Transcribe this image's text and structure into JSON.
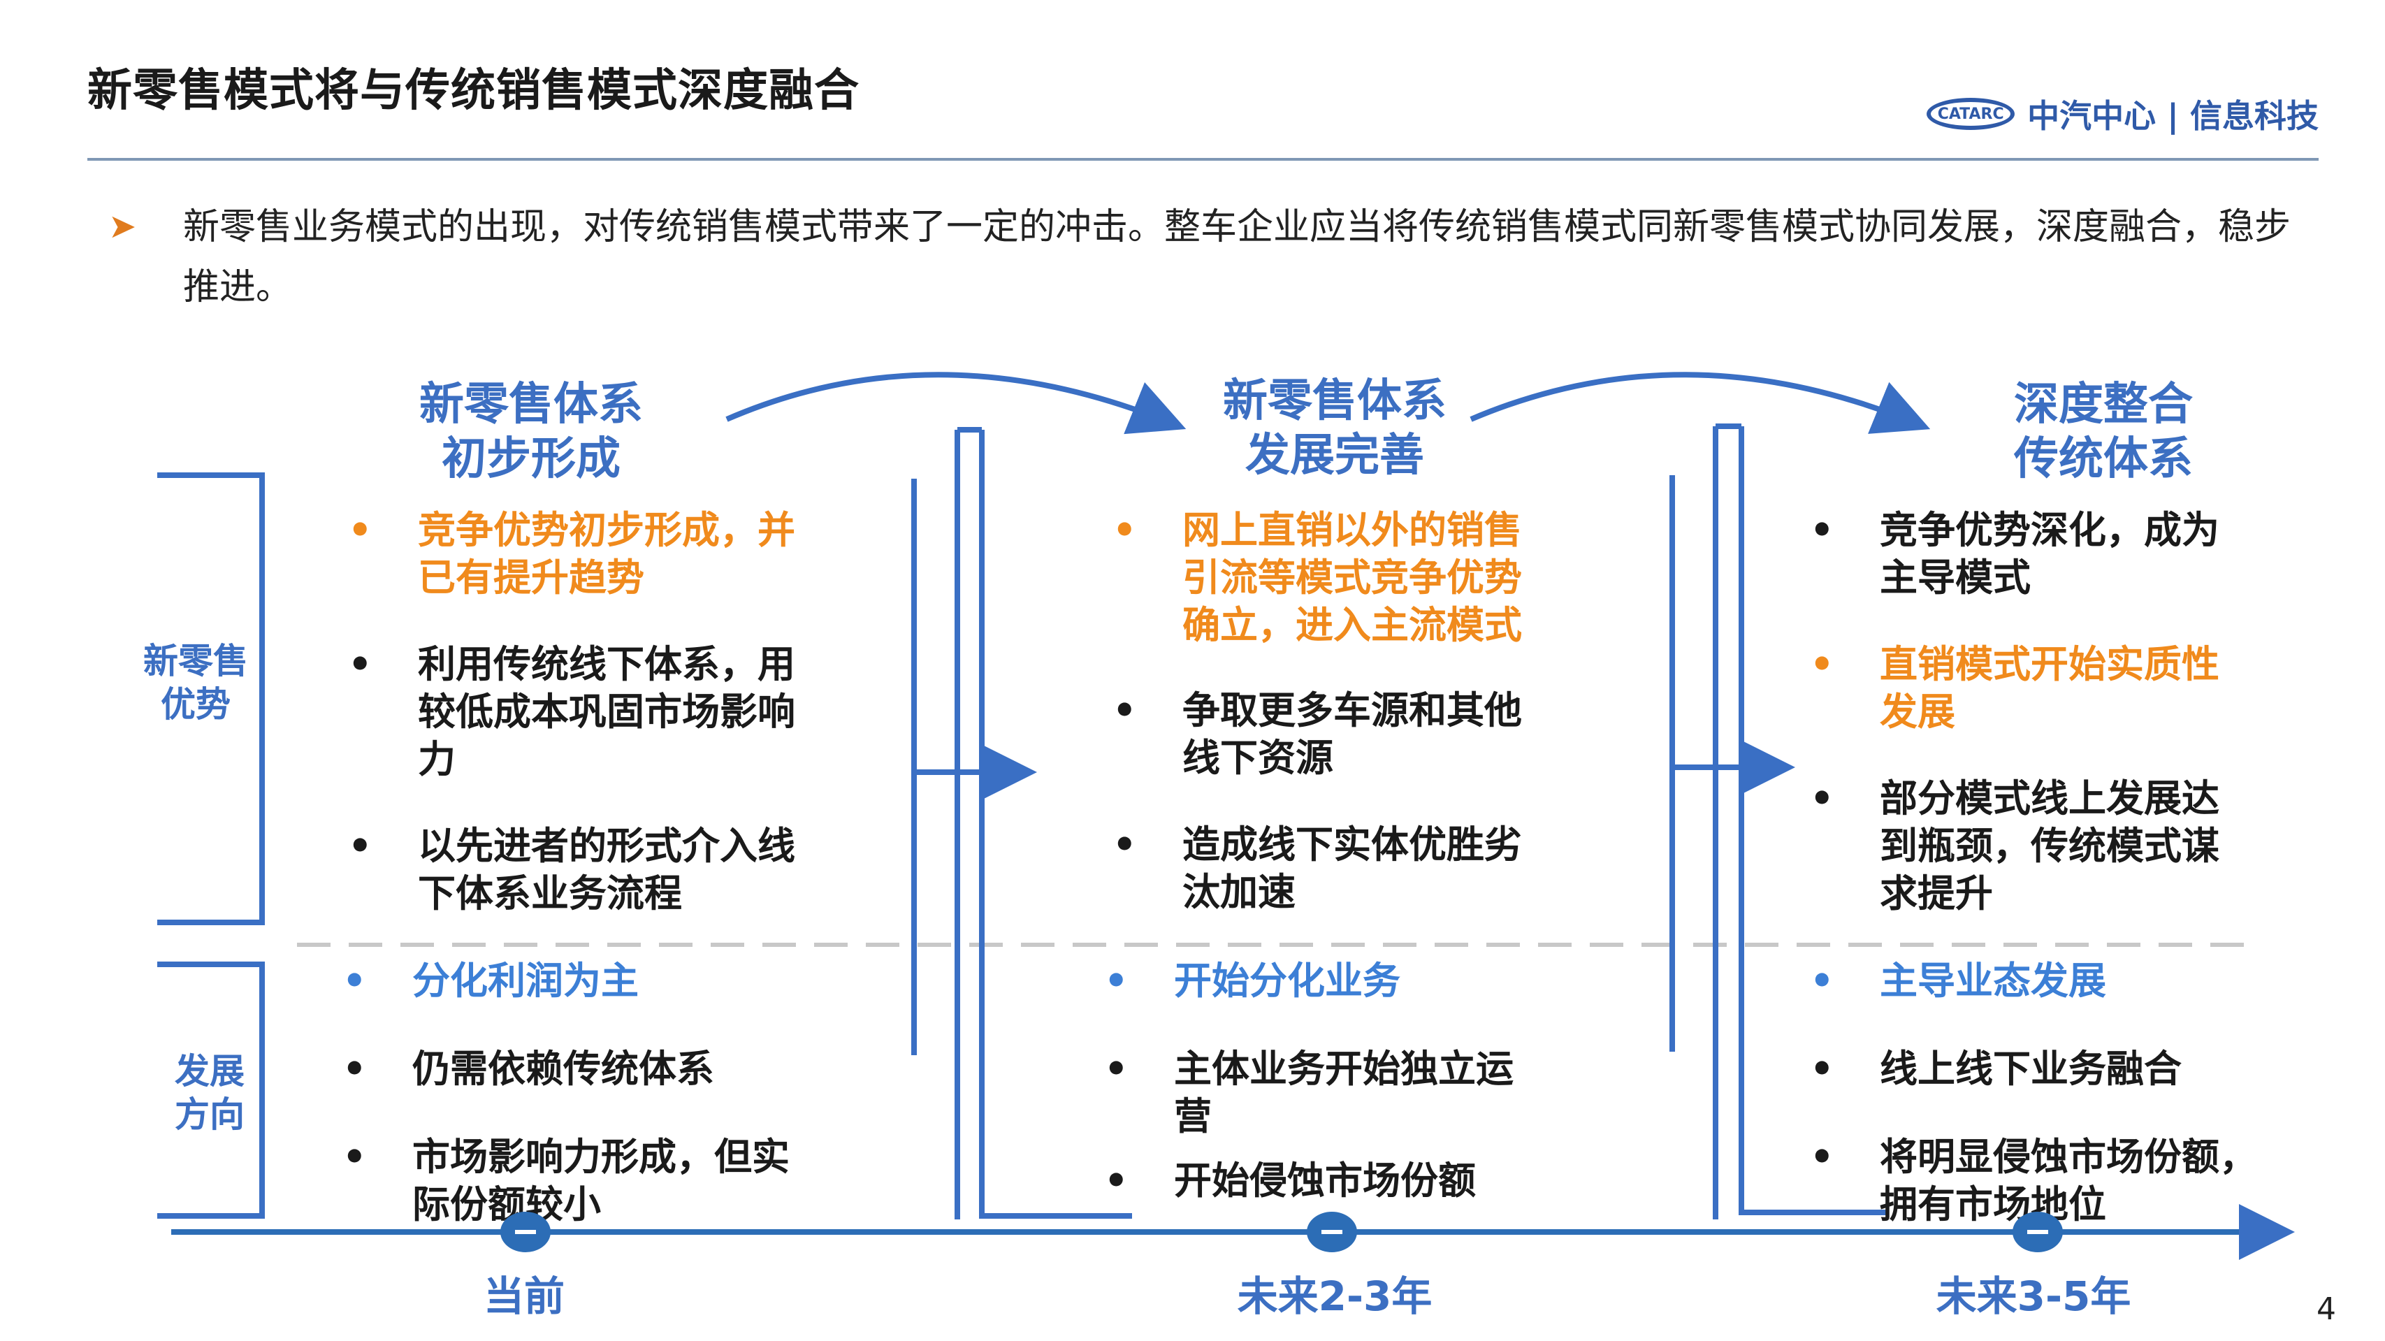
{
  "header": {
    "title": "新零售模式将与传统销售模式深度融合",
    "logo_mark": "CATARC",
    "logo_text": "中汽中心 | 信息科技"
  },
  "intro": {
    "bullet": "➤",
    "text": "新零售业务模式的出现，对传统销售模式带来了一定的冲击。整车企业应当将传统销售模式同新零售模式协同发展，深度融合，稳步推进。"
  },
  "side_labels": {
    "advantage": [
      "新零售",
      "优势"
    ],
    "direction": [
      "发展",
      "方向"
    ]
  },
  "stages": [
    {
      "title": [
        "新零售体系",
        "初步形成"
      ],
      "advantages": [
        {
          "text": "竞争优势初步形成，并已有提升趋势",
          "lines": [
            "竞争优势初步形成，并",
            "已有提升趋势"
          ],
          "color": "orange"
        },
        {
          "text": "利用传统线下体系，用较低成本巩固市场影响力",
          "lines": [
            "利用传统线下体系，用",
            "较低成本巩固市场影响",
            "力"
          ],
          "color": "black"
        },
        {
          "text": "以先进者的形式介入线下体系业务流程",
          "lines": [
            "以先进者的形式介入线",
            "下体系业务流程"
          ],
          "color": "black"
        }
      ],
      "directions": [
        {
          "lines": [
            "分化利润为主"
          ],
          "color": "blue"
        },
        {
          "lines": [
            "仍需依赖传统体系"
          ],
          "color": "black"
        },
        {
          "lines": [
            "市场影响力形成，但实",
            "际份额较小"
          ],
          "color": "black"
        }
      ],
      "timeline_label": "当前"
    },
    {
      "title": [
        "新零售体系",
        "发展完善"
      ],
      "advantages": [
        {
          "lines": [
            "网上直销以外的销售",
            "引流等模式竞争优势",
            "确立，进入主流模式"
          ],
          "color": "orange"
        },
        {
          "lines": [
            "争取更多车源和其他",
            "线下资源"
          ],
          "color": "black"
        },
        {
          "lines": [
            "造成线下实体优胜劣",
            "汰加速"
          ],
          "color": "black"
        }
      ],
      "directions": [
        {
          "lines": [
            "开始分化业务"
          ],
          "color": "blue"
        },
        {
          "lines": [
            "主体业务开始独立运",
            "营"
          ],
          "color": "black"
        },
        {
          "lines": [
            "开始侵蚀市场份额"
          ],
          "color": "black"
        }
      ],
      "timeline_label": "未来2-3年"
    },
    {
      "title": [
        "深度整合",
        "传统体系"
      ],
      "advantages": [
        {
          "lines": [
            "竞争优势深化，成为",
            "主导模式"
          ],
          "color": "black"
        },
        {
          "lines": [
            "直销模式开始实质性",
            "发展"
          ],
          "color": "orange"
        },
        {
          "lines": [
            "部分模式线上发展达",
            "到瓶颈，传统模式谋",
            "求提升"
          ],
          "color": "black"
        }
      ],
      "directions": [
        {
          "lines": [
            "主导业态发展"
          ],
          "color": "blue"
        },
        {
          "lines": [
            "线上线下业务融合"
          ],
          "color": "black"
        },
        {
          "lines": [
            "将明显侵蚀市场份额，",
            "拥有市场地位"
          ],
          "color": "black"
        }
      ],
      "timeline_label": "未来3-5年"
    }
  ],
  "bullet_char": "•",
  "page_number": "4",
  "colors": {
    "accent_blue": "#3c6fc2",
    "orange": "#f08a1c",
    "line_blue": "#3a6fc4",
    "timeline_blue": "#2c6db6"
  }
}
